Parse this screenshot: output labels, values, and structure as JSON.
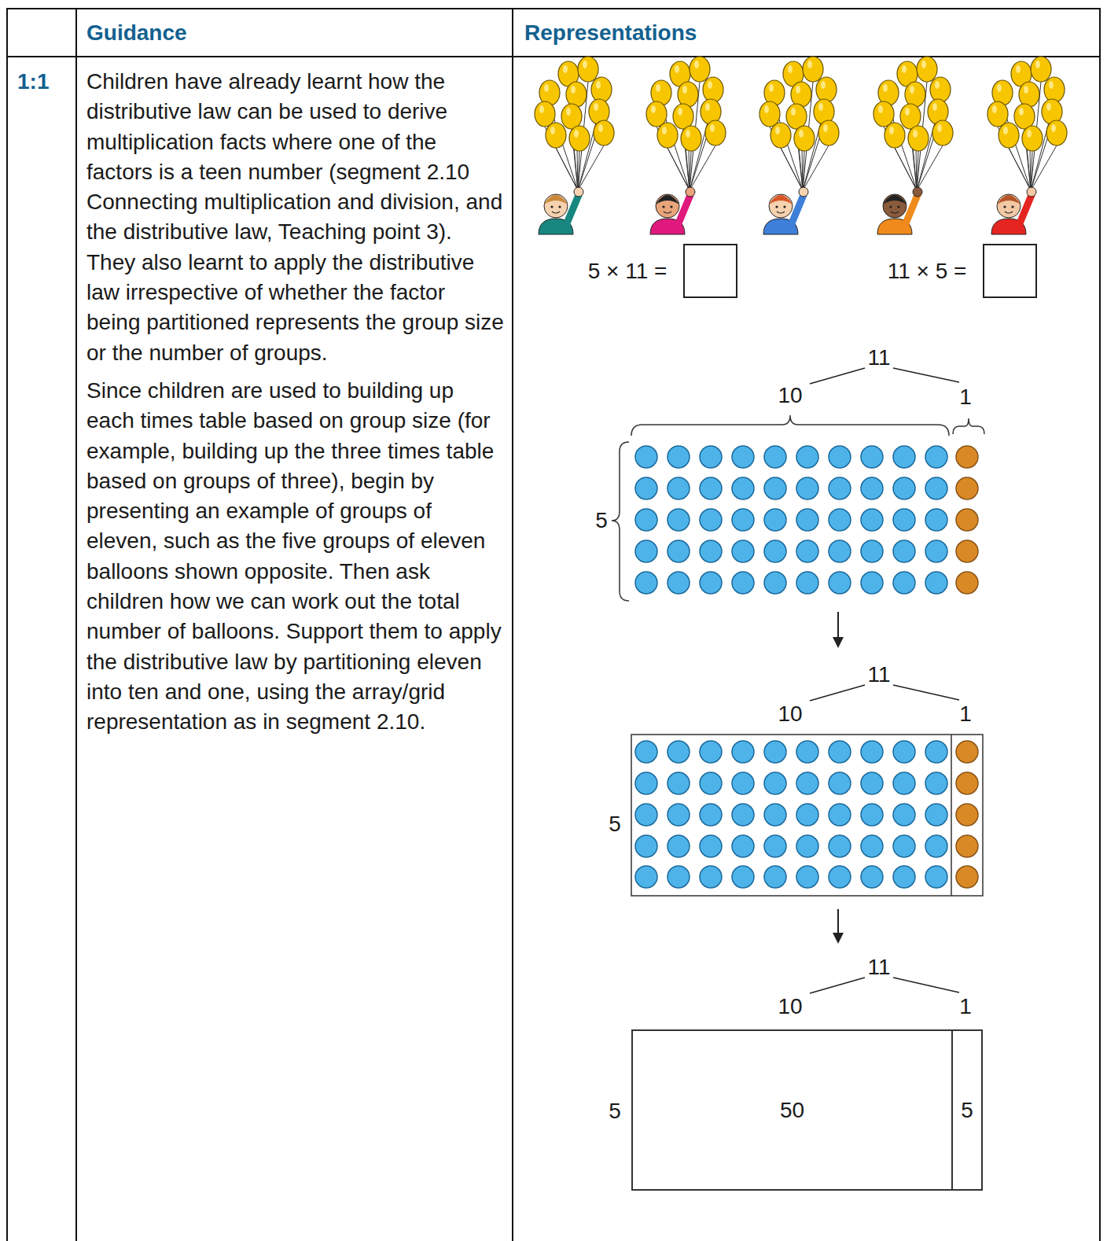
{
  "diagram": {
    "nodes": [
      {
        "text": [
          "Guidance"
        ]
      },
      {
        "text": [
          "Representations"
        ]
      },
      {
        "text": [
          "1:1"
        ]
      },
      {
        "text": [
          "Children have already learnt how the distributive law can be used to derive multiplication facts where one of the factors is a teen number (segment 2.10 Connecting multiplication and division, and the distributive law, Teaching point 3). They also learnt to apply the distributive law irrespective of whether the factor being partitioned represents the group size or the number of groups.",
          "Since children are used to building up each times table based on group size (for example, building up the three times table based on groups of three), begin by presenting an example of groups of eleven, such as the five groups of eleven balloons shown opposite. Then ask children how we can work out the total number of balloons. Support them to apply the distributive law by partitioning eleven into ten and one, using the array/grid representation as in segment 2.10."
        ]
      },
      {
        "text": [
          "50"
        ]
      },
      {
        "text": [
          "5"
        ]
      }
    ],
    "labels": [
      "5 × 11 =",
      "11 × 5 =",
      "11",
      "10",
      "1",
      "5",
      "11",
      "10",
      "1",
      "5",
      "11",
      "10",
      "1",
      "5"
    ]
  }
}
